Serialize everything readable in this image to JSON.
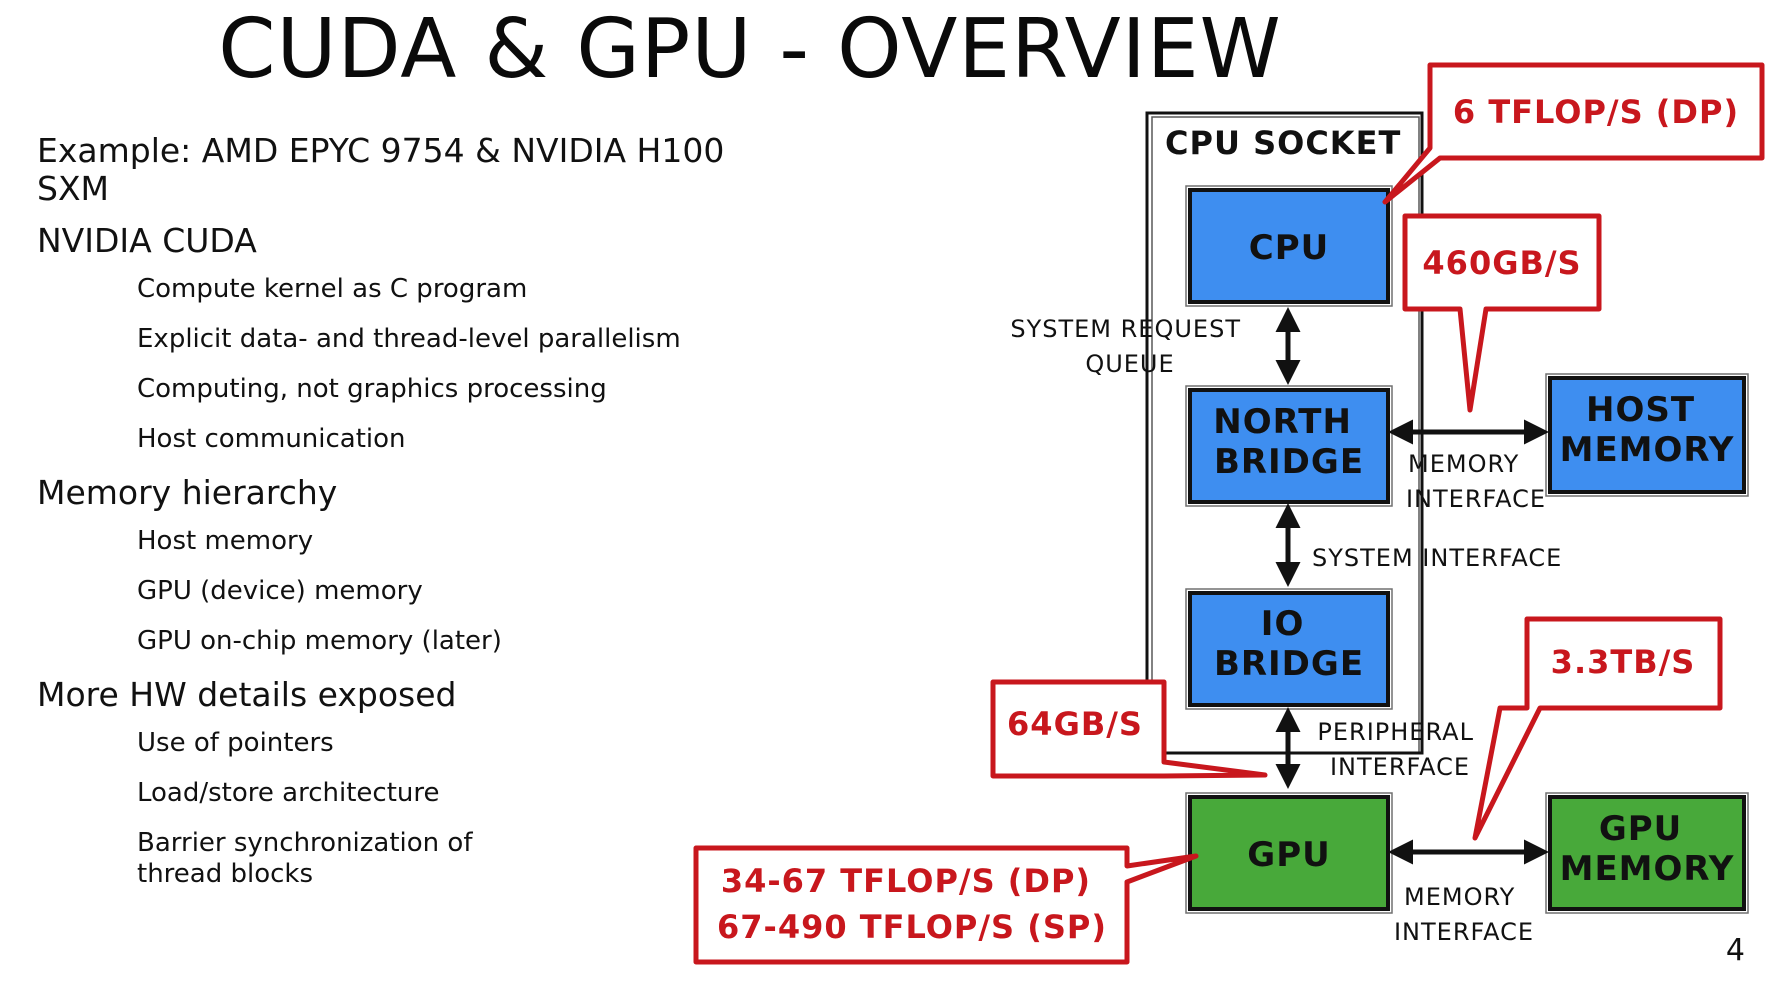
{
  "slide": {
    "title": "CUDA & GPU - OVERVIEW",
    "page_number": "4"
  },
  "bullets": [
    {
      "text": "Example: AMD EPYC 9754 & NVIDIA H100 SXM",
      "children": []
    },
    {
      "text": "NVIDIA CUDA",
      "children": [
        "Compute kernel as C program",
        "Explicit data- and thread-level parallelism",
        "Computing, not graphics processing",
        "Host communication"
      ]
    },
    {
      "text": "Memory hierarchy",
      "children": [
        "Host memory",
        "GPU (device) memory",
        "GPU on-chip memory (later)"
      ]
    },
    {
      "text": "More HW details exposed",
      "children": [
        "Use of pointers",
        "Load/store architecture",
        "Barrier synchronization of",
        "thread blocks"
      ]
    }
  ],
  "diagram": {
    "socket_label": "CPU SOCKET",
    "boxes": {
      "cpu": [
        "CPU"
      ],
      "north_bridge": [
        "NORTH",
        "BRIDGE"
      ],
      "io_bridge": [
        "IO",
        "BRIDGE"
      ],
      "gpu": [
        "GPU"
      ],
      "host_memory": [
        "HOST",
        "MEMORY"
      ],
      "gpu_memory": [
        "GPU",
        "MEMORY"
      ]
    },
    "connections": {
      "system_request_queue": [
        "SYSTEM REQUEST",
        "QUEUE"
      ],
      "host_memory_interface": [
        "MEMORY",
        "INTERFACE"
      ],
      "system_interface": [
        "SYSTEM INTERFACE"
      ],
      "peripheral_interface": [
        "PERIPHERAL",
        "INTERFACE"
      ],
      "gpu_memory_interface": [
        "MEMORY",
        "INTERFACE"
      ]
    },
    "callouts": {
      "cpu_flops": [
        "6 TFLOP/S (DP)"
      ],
      "host_bw": [
        "460GB/S"
      ],
      "gpu_bw": [
        "3.3TB/S"
      ],
      "pcie_bw": [
        "64GB/S"
      ],
      "gpu_flops": [
        "34-67 TFLOP/S (DP)",
        "67-490 TFLOP/S (SP)"
      ]
    },
    "colors": {
      "cpu_box": "#3e8ef0",
      "gpu_box": "#48a93a",
      "callout": "#c8171d",
      "line": "#111111"
    }
  }
}
